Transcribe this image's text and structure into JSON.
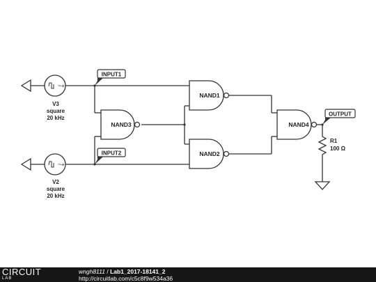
{
  "sources": [
    {
      "name": "V3",
      "wave": "square",
      "freq": "20 kHz"
    },
    {
      "name": "V2",
      "wave": "square",
      "freq": "20 kHz"
    }
  ],
  "tags": {
    "input1": "INPUT1",
    "input2": "INPUT2",
    "output": "OUTPUT"
  },
  "gates": {
    "nand1": "NAND1",
    "nand2": "NAND2",
    "nand3": "NAND3",
    "nand4": "NAND4"
  },
  "resistor": {
    "name": "R1",
    "value": "100 Ω"
  },
  "footer": {
    "logo_top": "CIRCUIT",
    "logo_bottom": "LAB",
    "author": "wngh8111",
    "separator": " / ",
    "title": "Lab1_2017-18141_2",
    "url": "http://circuitlab.com/c5c8f9w534a36"
  }
}
